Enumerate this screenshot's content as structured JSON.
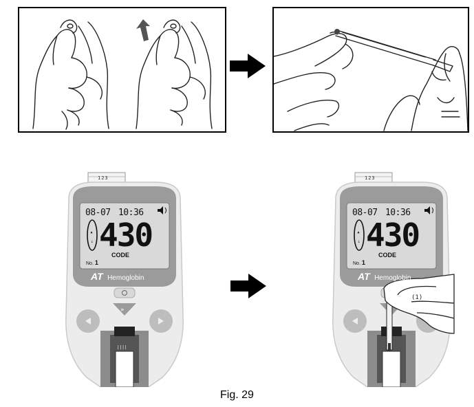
{
  "figure": {
    "caption": "Fig. 29"
  },
  "devices": [
    {
      "strip_label": "123",
      "lcd": {
        "date": "08-07",
        "time": "10:36",
        "reading": "430",
        "code_label": "CODE",
        "no_label": "No.",
        "no_value": "1"
      },
      "brand": {
        "logo": "AT",
        "name": "Hemoglobin"
      }
    },
    {
      "strip_label": "123",
      "lcd": {
        "date": "08-07",
        "time": "10:36",
        "reading": "430",
        "code_label": "CODE",
        "no_label": "No.",
        "no_value": "1"
      },
      "brand": {
        "logo": "AT",
        "name": "Hemoglobin"
      }
    }
  ],
  "icons": [
    "finger-squeeze-illustration",
    "capillary-tube-illustration",
    "right-arrow-icon",
    "speaker-icon",
    "power-icon",
    "left-button-icon",
    "right-button-icon",
    "down-button-icon"
  ]
}
